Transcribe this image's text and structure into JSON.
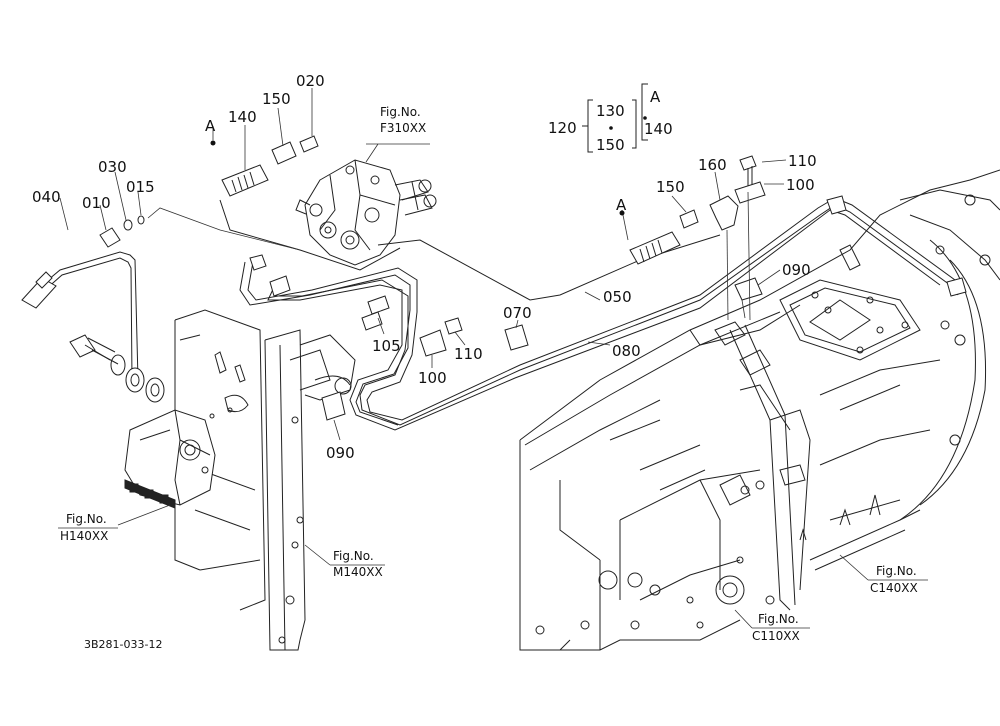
{
  "drawing_code": "3B281-033-12",
  "callouts": {
    "p040": "040",
    "p010": "010",
    "p030": "030",
    "p015": "015",
    "p140": "140",
    "p150_top": "150",
    "p020": "020",
    "pA_left": "A",
    "pA_mid": "A",
    "p150_mid": "150",
    "p160": "160",
    "p110_top": "110",
    "p100_top": "100",
    "p090_right": "090",
    "p070": "070",
    "p050": "050",
    "p080": "080",
    "p105": "105",
    "p110_mid": "110",
    "p100_mid": "100",
    "p090_left": "090"
  },
  "kit": {
    "main": "120",
    "a": "130",
    "b": "150",
    "c": "A",
    "d": "140"
  },
  "fig_refs": {
    "f310": {
      "label": "Fig.No.",
      "code": "F310XX"
    },
    "h140": {
      "label": "Fig.No.",
      "code": "H140XX"
    },
    "m140": {
      "label": "Fig.No.",
      "code": "M140XX"
    },
    "c140": {
      "label": "Fig.No.",
      "code": "C140XX"
    },
    "c110": {
      "label": "Fig.No.",
      "code": "C110XX"
    }
  }
}
